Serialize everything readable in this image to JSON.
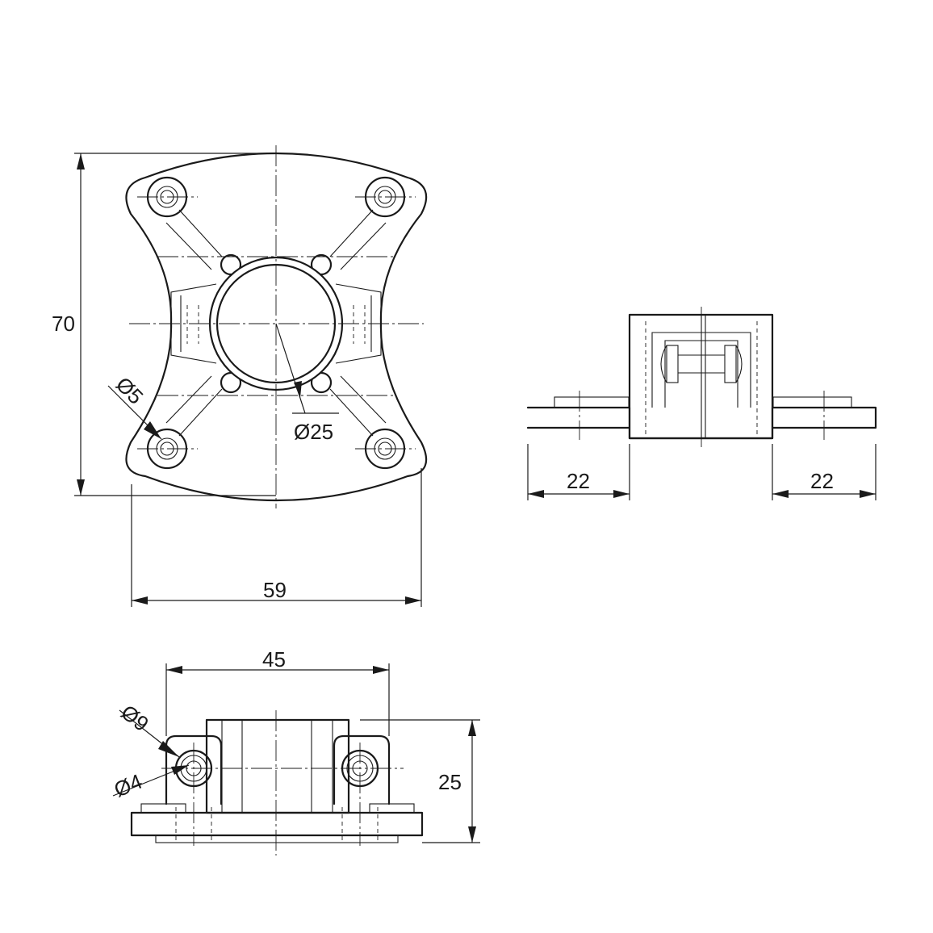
{
  "views": {
    "top": {
      "height_label": "70",
      "width_label": "59",
      "hole_label": "Ø5",
      "bore_label": "Ø25"
    },
    "side": {
      "left_flange_label": "22",
      "right_flange_label": "22"
    },
    "front": {
      "span_label": "45",
      "height_label": "25",
      "counterbore_label": "Ø9",
      "hole_label": "Ø4"
    }
  }
}
